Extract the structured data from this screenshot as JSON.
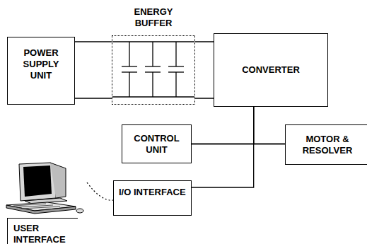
{
  "diagram": {
    "nodes": [
      {
        "text": [
          "POWER SUPPLY UNIT"
        ]
      },
      {
        "text": [
          "ENERGY BUFFER"
        ]
      },
      {
        "text": [
          "CONVERTER"
        ]
      },
      {
        "text": [
          "CONTROL UNIT"
        ]
      },
      {
        "text": [
          "MOTOR & RESOLVER"
        ]
      },
      {
        "text": [
          "I/O INTERFACE"
        ]
      },
      {
        "text": [
          "USER INTERFACE"
        ]
      }
    ],
    "edges": [
      {
        "from": 0,
        "to": 1,
        "arrow": "none"
      },
      {
        "from": 1,
        "to": 2,
        "arrow": "none"
      },
      {
        "from": 2,
        "to": 3,
        "arrow": "none"
      },
      {
        "from": 2,
        "to": 4,
        "arrow": "none"
      },
      {
        "from": 3,
        "to": 4,
        "arrow": "none"
      },
      {
        "from": 2,
        "to": 5,
        "arrow": "none"
      },
      {
        "from": 6,
        "to": 5,
        "arrow": "none"
      }
    ]
  }
}
